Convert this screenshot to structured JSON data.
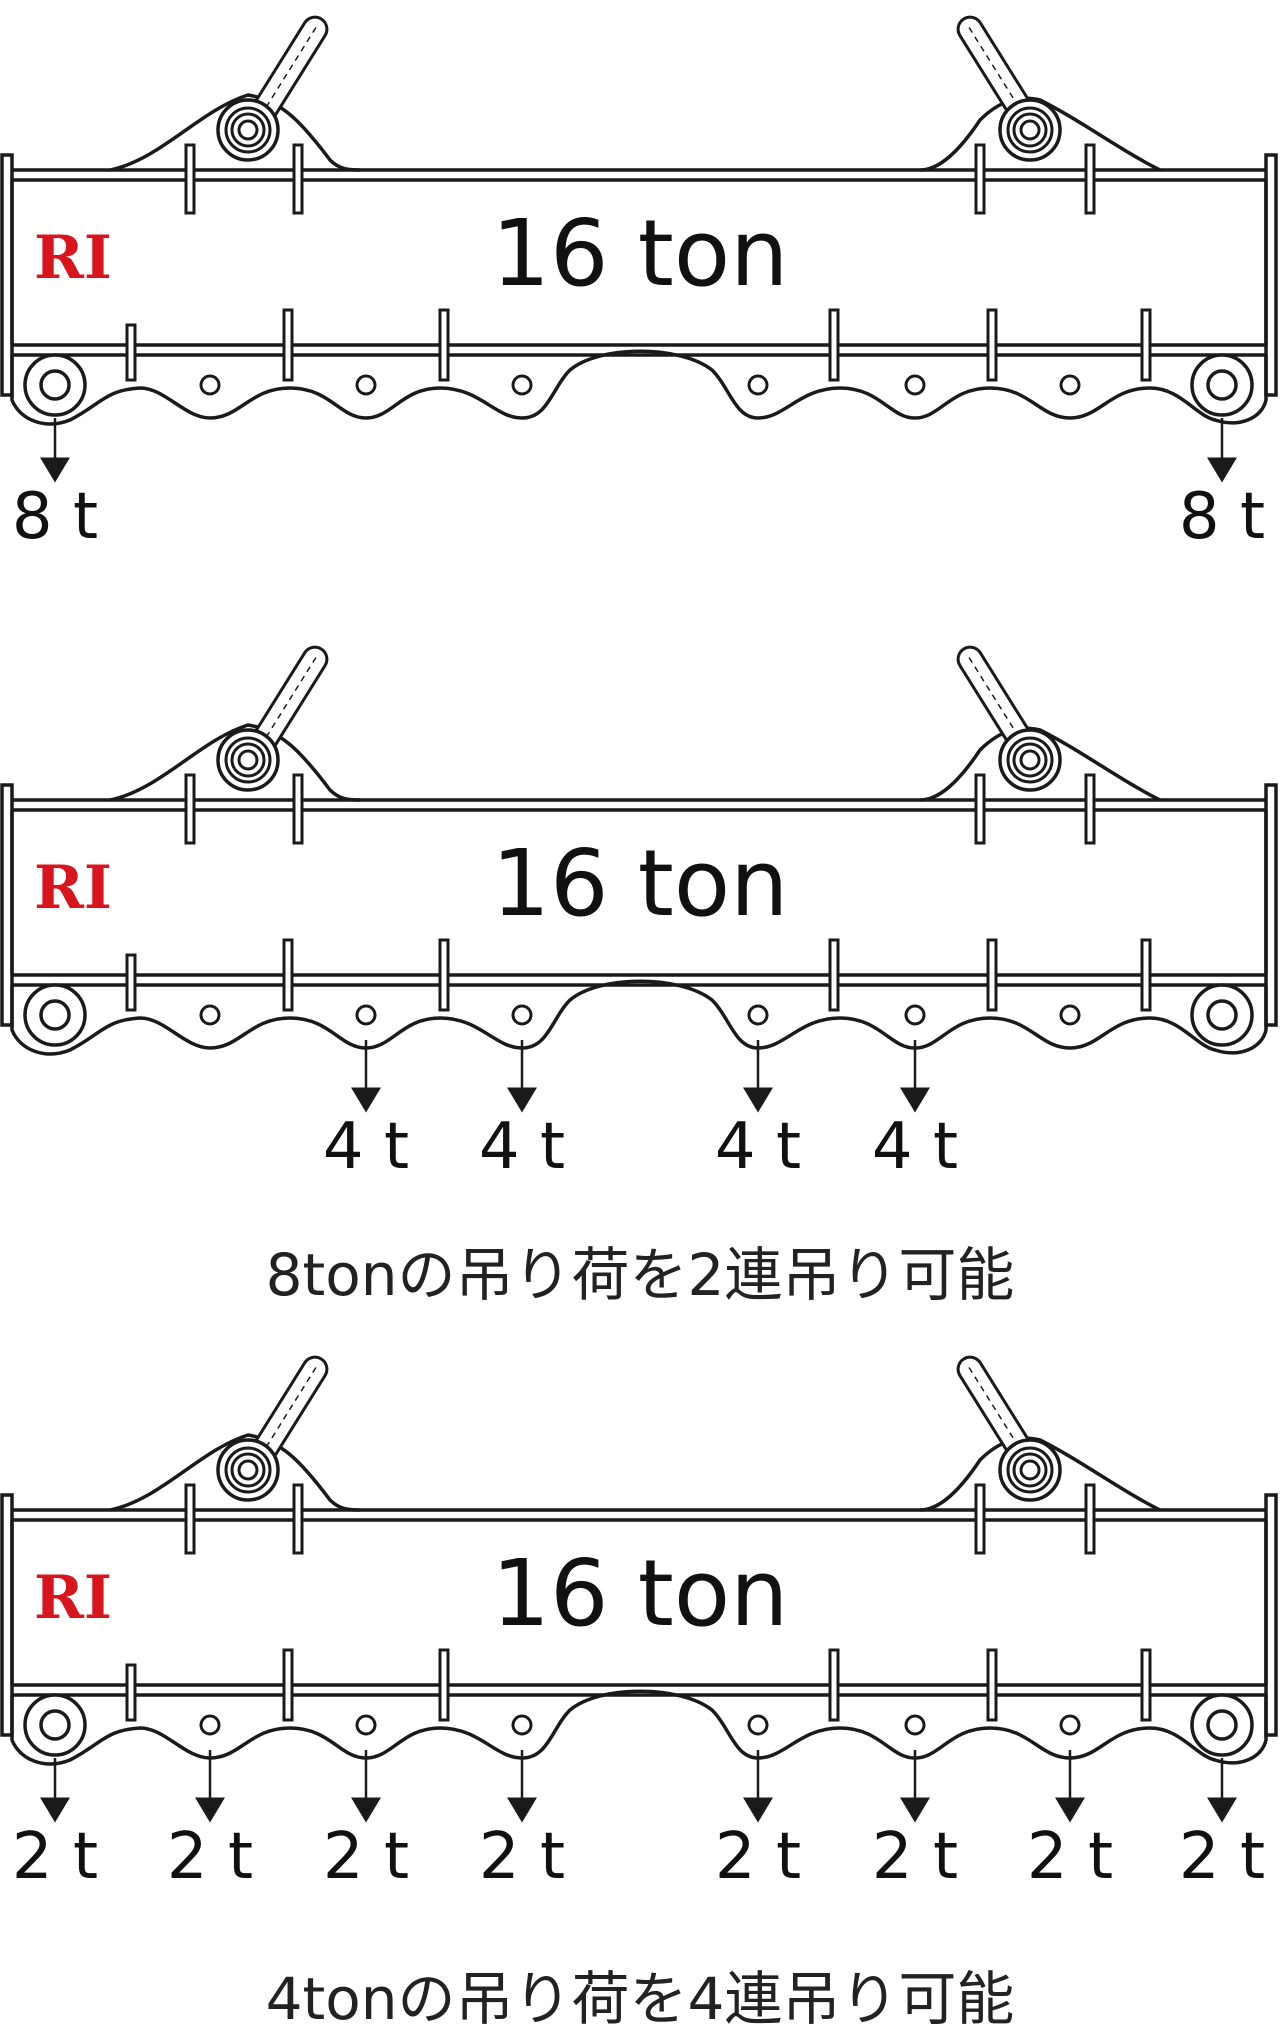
{
  "beams": [
    {
      "logo_text": "RI",
      "capacity_label": "16 ton",
      "loads": [
        {
          "position": "end-left",
          "label": "8 t"
        },
        {
          "position": "end-right",
          "label": "8 t"
        }
      ],
      "caption": ""
    },
    {
      "logo_text": "RI",
      "capacity_label": "16 ton",
      "loads": [
        {
          "position": "hole-3",
          "label": "4 t"
        },
        {
          "position": "hole-4",
          "label": "4 t"
        },
        {
          "position": "hole-5",
          "label": "4 t"
        },
        {
          "position": "hole-6",
          "label": "4 t"
        }
      ],
      "caption": "8tonの吊り荷を2連吊り可能"
    },
    {
      "logo_text": "RI",
      "capacity_label": "16 ton",
      "loads": [
        {
          "position": "end-left",
          "label": "2 t"
        },
        {
          "position": "hole-2",
          "label": "2 t"
        },
        {
          "position": "hole-3",
          "label": "2 t"
        },
        {
          "position": "hole-4",
          "label": "2 t"
        },
        {
          "position": "hole-5",
          "label": "2 t"
        },
        {
          "position": "hole-6",
          "label": "2 t"
        },
        {
          "position": "hole-7",
          "label": "2 t"
        },
        {
          "position": "end-right",
          "label": "2 t"
        }
      ],
      "caption": "4tonの吊り荷を4連吊り可能"
    }
  ],
  "colors": {
    "line": "#1a1a1a",
    "logo": "#d8141c",
    "caption": "#222222"
  }
}
